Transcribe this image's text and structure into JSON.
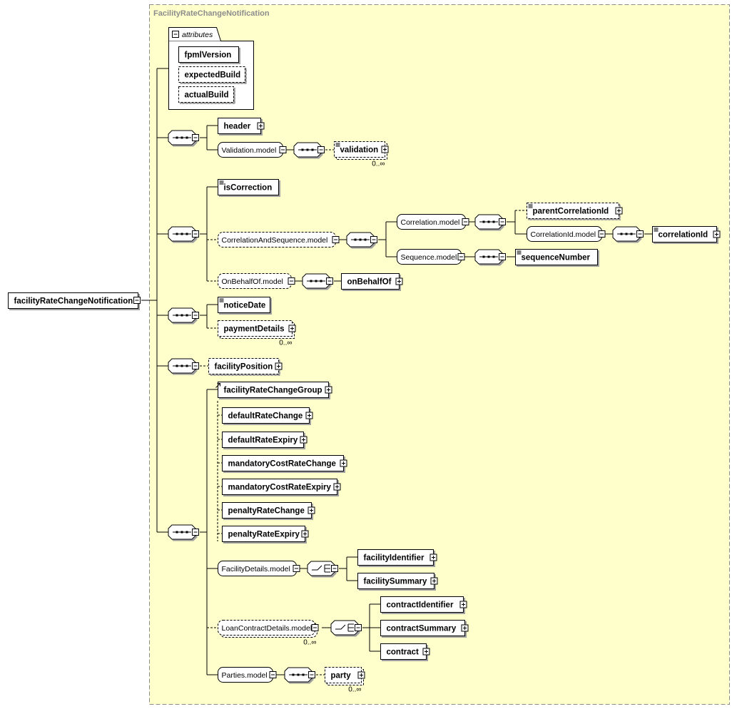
{
  "diagram_title": "FacilityRateChangeNotification",
  "root_element": "facilityRateChangeNotification",
  "attributes_label": "attributes",
  "attributes": [
    "fpmlVersion",
    "expectedBuild",
    "actualBuild"
  ],
  "elements": {
    "header": "header",
    "validation": "validation",
    "is_correction": "isCorrection",
    "parent_correlation_id": "parentCorrelationId",
    "correlation_id": "correlationId",
    "sequence_number": "sequenceNumber",
    "on_behalf_of": "onBehalfOf",
    "notice_date": "noticeDate",
    "payment_details": "paymentDetails",
    "facility_position": "facilityPosition",
    "facility_rate_change_group": "facilityRateChangeGroup",
    "default_rate_change": "defaultRateChange",
    "default_rate_expiry": "defaultRateExpiry",
    "mandatory_cost_rate_change": "mandatoryCostRateChange",
    "mandatory_cost_rate_expiry": "mandatoryCostRateExpiry",
    "penalty_rate_change": "penaltyRateChange",
    "penalty_rate_expiry": "penaltyRateExpiry",
    "facility_identifier": "facilityIdentifier",
    "facility_summary": "facilitySummary",
    "contract_identifier": "contractIdentifier",
    "contract_summary": "contractSummary",
    "contract": "contract",
    "party": "party"
  },
  "models": {
    "validation_model": "Validation.model",
    "correlation_and_sequence_model": "CorrelationAndSequence.model",
    "correlation_model": "Correlation.model",
    "correlation_id_model": "CorrelationId.model",
    "sequence_model": "Sequence.model",
    "on_behalf_of_model": "OnBehalfOf.model",
    "facility_details_model": "FacilityDetails.model",
    "loan_contract_details_model": "LoanContractDetails.model",
    "parties_model": "Parties.model"
  },
  "occurrences": {
    "validation": "0..∞",
    "payment_details": "0..∞",
    "loan_contract_details": "0..∞",
    "party": "0..∞"
  },
  "colors": {
    "complex_type_background": "#ffffcc",
    "complex_type_border": "#8c8c8c",
    "title_text": "#8c8c8c",
    "box_fill": "#ffffff",
    "line": "#000000"
  }
}
